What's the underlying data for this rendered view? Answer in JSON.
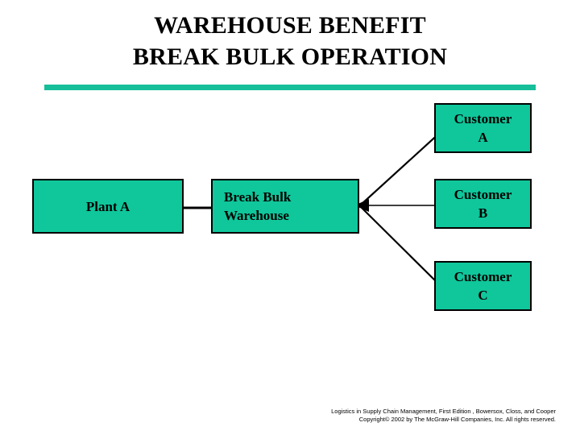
{
  "slide": {
    "title_lines": [
      "WAREHOUSE BENEFIT",
      "BREAK BULK OPERATION"
    ],
    "divider_color": "#16BE9A",
    "box_fill_color": "#0FC79B",
    "box_border_color": "#000000",
    "text_color": "#000000",
    "background_color": "#FFFFFF"
  },
  "diagram": {
    "type": "flow-diagram",
    "nodes": [
      {
        "id": "plant-a",
        "label": "Plant A",
        "align": "center"
      },
      {
        "id": "break-bulk-warehouse",
        "label": "Break Bulk\nWarehouse",
        "align": "left",
        "label_line_1": "Break Bulk",
        "label_line_2": "Warehouse"
      },
      {
        "id": "customer-a",
        "label": "Customer\nA",
        "align": "center",
        "label_line_1": "Customer",
        "label_line_2": "A"
      },
      {
        "id": "customer-b",
        "label": "Customer\nB",
        "align": "center",
        "label_line_1": "Customer",
        "label_line_2": "B"
      },
      {
        "id": "customer-c",
        "label": "Customer\nC",
        "align": "center",
        "label_line_1": "Customer",
        "label_line_2": "C"
      }
    ],
    "connectors": [
      {
        "id": "plant-a-to-warehouse",
        "from": "plant-a",
        "to": "break-bulk-warehouse",
        "arrow": false
      },
      {
        "id": "customer-a-to-warehouse",
        "from": "customer-a",
        "to": "break-bulk-warehouse",
        "arrow": true
      },
      {
        "id": "customer-b-to-warehouse",
        "from": "customer-b",
        "to": "break-bulk-warehouse",
        "arrow": true
      },
      {
        "id": "customer-c-to-warehouse",
        "from": "customer-c",
        "to": "break-bulk-warehouse",
        "arrow": true
      }
    ]
  },
  "footer": {
    "line_1": "Logistics in Supply Chain Management, First Edition , Bowersox, Closs, and Cooper",
    "line_2": "Copyright© 2002 by The McGraw-Hill Companies, Inc. All rights reserved."
  }
}
